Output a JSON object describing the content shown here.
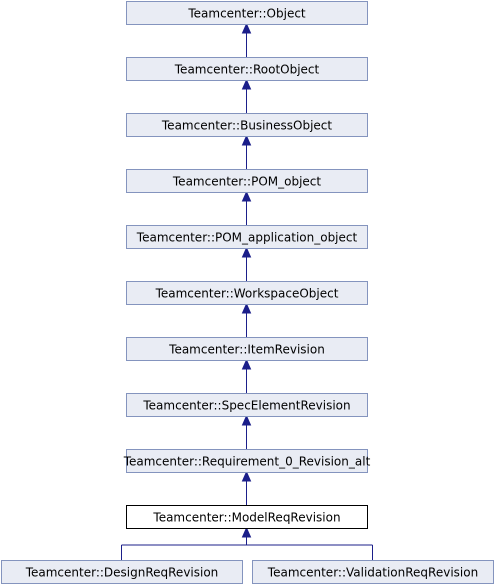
{
  "diagram": {
    "nodes": [
      {
        "id": "object",
        "label": "Teamcenter::Object",
        "current": false
      },
      {
        "id": "root-object",
        "label": "Teamcenter::RootObject",
        "current": false
      },
      {
        "id": "business-object",
        "label": "Teamcenter::BusinessObject",
        "current": false
      },
      {
        "id": "pom-object",
        "label": "Teamcenter::POM_object",
        "current": false
      },
      {
        "id": "pom-application-object",
        "label": "Teamcenter::POM_application_object",
        "current": false
      },
      {
        "id": "workspace-object",
        "label": "Teamcenter::WorkspaceObject",
        "current": false
      },
      {
        "id": "item-revision",
        "label": "Teamcenter::ItemRevision",
        "current": false
      },
      {
        "id": "spec-element-revision",
        "label": "Teamcenter::SpecElementRevision",
        "current": false
      },
      {
        "id": "requirement-0-revision-alt",
        "label": "Teamcenter::Requirement_0_Revision_alt",
        "current": false
      },
      {
        "id": "model-req-revision",
        "label": "Teamcenter::ModelReqRevision",
        "current": true
      },
      {
        "id": "design-req-revision",
        "label": "Teamcenter::DesignReqRevision",
        "current": false
      },
      {
        "id": "validation-req-revision",
        "label": "Teamcenter::ValidationReqRevision",
        "current": false
      }
    ],
    "edges": [
      {
        "from": "root-object",
        "to": "object"
      },
      {
        "from": "business-object",
        "to": "root-object"
      },
      {
        "from": "pom-object",
        "to": "business-object"
      },
      {
        "from": "pom-application-object",
        "to": "pom-object"
      },
      {
        "from": "workspace-object",
        "to": "pom-application-object"
      },
      {
        "from": "item-revision",
        "to": "workspace-object"
      },
      {
        "from": "spec-element-revision",
        "to": "item-revision"
      },
      {
        "from": "requirement-0-revision-alt",
        "to": "spec-element-revision"
      },
      {
        "from": "model-req-revision",
        "to": "requirement-0-revision-alt"
      },
      {
        "from": "design-req-revision",
        "to": "model-req-revision"
      },
      {
        "from": "validation-req-revision",
        "to": "model-req-revision"
      }
    ]
  }
}
